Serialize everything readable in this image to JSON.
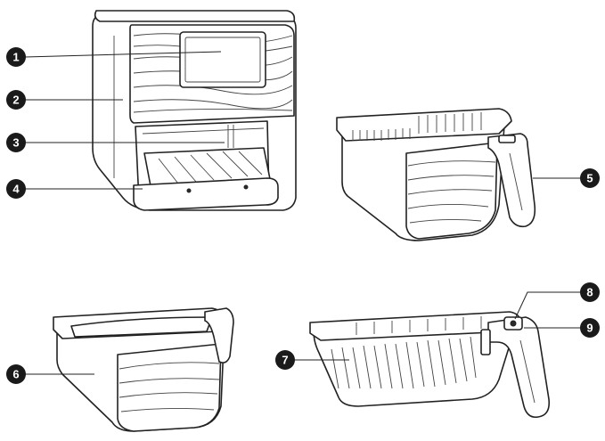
{
  "callouts": [
    {
      "label": "1",
      "part": "control-panel"
    },
    {
      "label": "2",
      "part": "main-housing"
    },
    {
      "label": "3",
      "part": "inner-crisper-plate"
    },
    {
      "label": "4",
      "part": "drawer-base"
    },
    {
      "label": "5",
      "part": "drawer-handle"
    },
    {
      "label": "6",
      "part": "drawer"
    },
    {
      "label": "7",
      "part": "basket"
    },
    {
      "label": "8",
      "part": "basket-release-button"
    },
    {
      "label": "9",
      "part": "basket-handle"
    }
  ],
  "colors": {
    "badge": "#1a1a1a",
    "line": "#222222",
    "background": "#ffffff"
  }
}
